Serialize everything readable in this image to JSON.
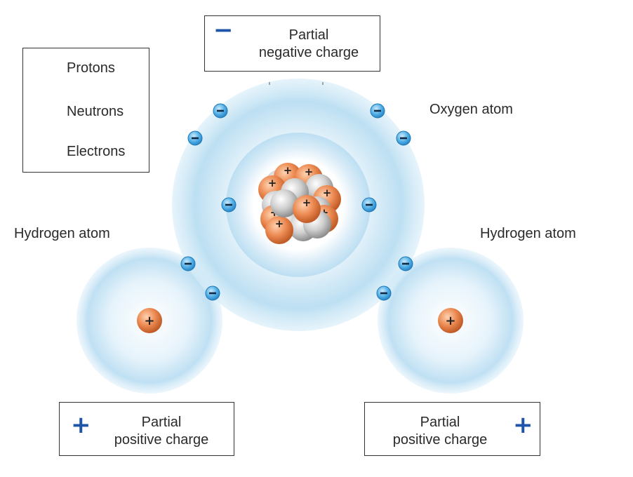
{
  "legend": {
    "protons": "Protons",
    "neutrons": "Neutrons",
    "electrons": "Electrons"
  },
  "labels": {
    "oxygen": "Oxygen atom",
    "hydrogen_left": "Hydrogen atom",
    "hydrogen_right": "Hydrogen atom"
  },
  "negative_box": {
    "sign": "−",
    "line1": "Partial",
    "line2": "negative charge"
  },
  "positive_box_left": {
    "sign": "+",
    "line1": "Partial",
    "line2": "positive charge"
  },
  "positive_box_right": {
    "sign": "+",
    "line1": "Partial",
    "line2": "positive charge"
  },
  "symbols": {
    "proton": "+",
    "electron": "−"
  },
  "colors": {
    "proton": "#e07a45",
    "neutron": "#c4c4c4",
    "electron": "#4aa8e0",
    "shell": "#bfe0f2",
    "charge_sign": "#1e55a8"
  }
}
